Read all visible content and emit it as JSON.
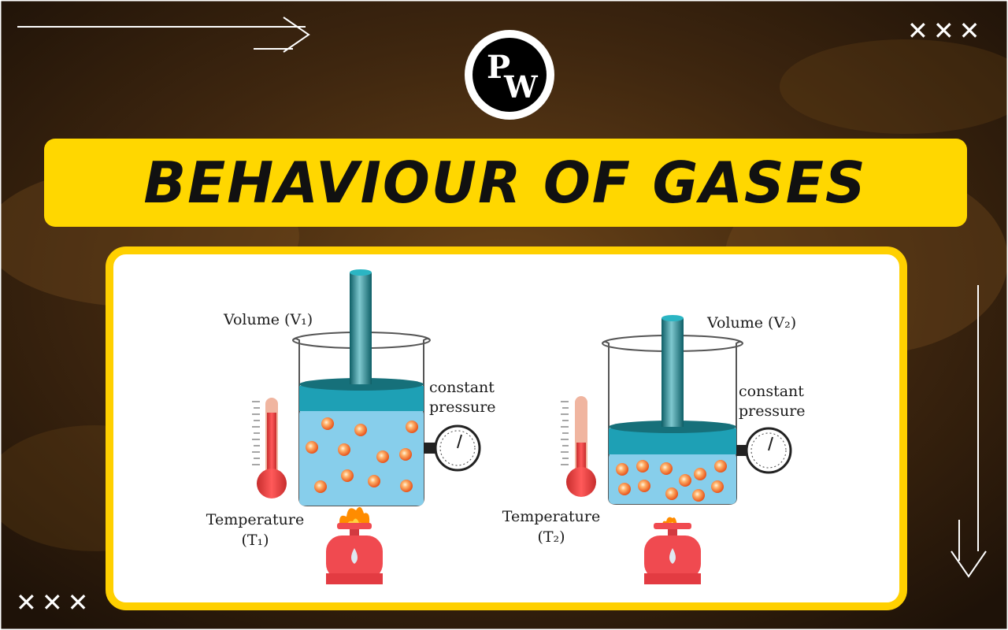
{
  "logo": {
    "letter_top": "P",
    "letter_bottom": "W"
  },
  "title": "BEHAVIOUR OF GASES",
  "decor": {
    "x_marks_top": "✕✕✕",
    "x_marks_bottom": "✕✕✕"
  },
  "left_setup": {
    "volume_label": "Volume (V₁)",
    "pressure_label_1": "constant",
    "pressure_label_2": "pressure",
    "temperature_label": "Temperature",
    "temperature_symbol": "(T₁)"
  },
  "right_setup": {
    "volume_label": "Volume (V₂)",
    "pressure_label_1": "constant",
    "pressure_label_2": "pressure",
    "temperature_label": "Temperature",
    "temperature_symbol": "(T₂)"
  },
  "colors": {
    "banner": "#FFD700",
    "panel_border": "#FFD000",
    "background": "#3a2410",
    "water": "#87CEEB",
    "piston": "#1a8a9a",
    "flame": "#FF8C00",
    "cylinder": "#F04A50"
  }
}
